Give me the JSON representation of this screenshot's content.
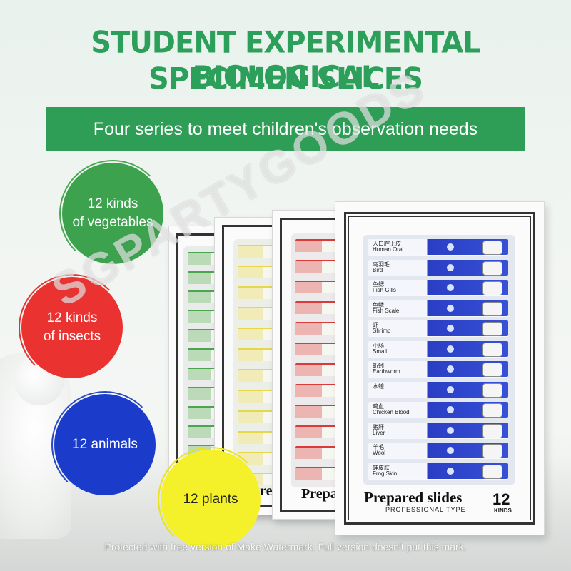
{
  "title_line1": "STUDENT EXPERIMENTAL BIOLOGICAL",
  "title_line2": "SPECIMEN SLICES",
  "banner": "Four series to meet children's observation needs",
  "circles": {
    "vegetables": {
      "line1": "12 kinds",
      "line2": "of vegetables",
      "color": "#3ca24e"
    },
    "insects": {
      "line1": "12 kinds",
      "line2": "of insects",
      "color": "#ea3231"
    },
    "animals": {
      "line1": "12 animals",
      "color": "#1b3ccb"
    },
    "plants": {
      "line1": "12 plants",
      "color": "#f4f12a"
    }
  },
  "boxes": {
    "green_color": "#4aa64e",
    "yellow_color": "#e6d74a",
    "red_color": "#d93a3a",
    "blue_color": "#2a3ec4",
    "front_label": "Prepared slides",
    "front_sub": "PROFESSIONAL TYPE",
    "front_kinds_num": "12",
    "front_kinds_txt": "KINDS",
    "red_label": "Prepared",
    "yellow_label": "pared"
  },
  "slides": [
    {
      "cn": "人口腔上皮",
      "en": "Human Oral"
    },
    {
      "cn": "鸟羽毛",
      "en": "Bird"
    },
    {
      "cn": "鱼鳃",
      "en": "Fish Gills"
    },
    {
      "cn": "鱼鳞",
      "en": "Fish Scale"
    },
    {
      "cn": "虾",
      "en": "Shrimp"
    },
    {
      "cn": "小肠",
      "en": "Small"
    },
    {
      "cn": "蚯蚓",
      "en": "Earthworm"
    },
    {
      "cn": "水螅",
      "en": ""
    },
    {
      "cn": "鸡血",
      "en": "Chicken Blood"
    },
    {
      "cn": "猪肝",
      "en": "Liver"
    },
    {
      "cn": "羊毛",
      "en": "Wool"
    },
    {
      "cn": "蛙皮肤",
      "en": "Frog Skin"
    }
  ],
  "watermark": "SGPARTYGOODS",
  "footer_mark": "Protected with free version of Make Watermark. Full version doesn't put this mark."
}
